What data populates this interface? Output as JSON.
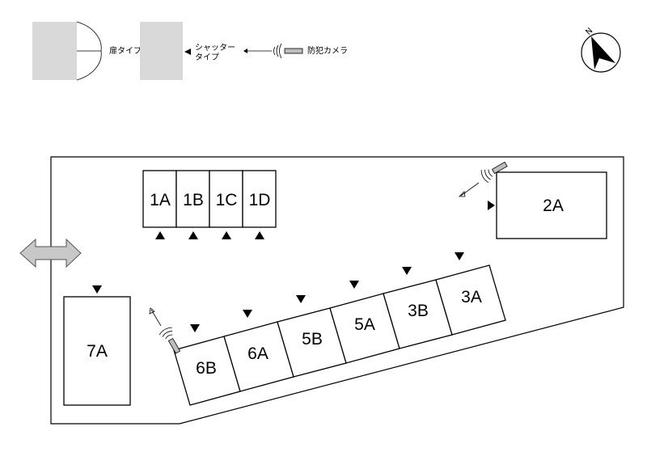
{
  "legend": {
    "door_type": "扉タイプ",
    "shutter_type_line1": "シャッター",
    "shutter_type_line2": "タイプ",
    "camera": "防犯カメラ"
  },
  "compass": {
    "north_label": "N"
  },
  "units": {
    "u1A": "1A",
    "u1B": "1B",
    "u1C": "1C",
    "u1D": "1D",
    "u2A": "2A",
    "u3A": "3A",
    "u3B": "3B",
    "u5A": "5A",
    "u5B": "5B",
    "u6A": "6A",
    "u6B": "6B",
    "u7A": "7A"
  },
  "colors": {
    "legend_box": "#d9d9d9",
    "line": "#000000",
    "entrance_arrow": "#c8c8c8"
  }
}
